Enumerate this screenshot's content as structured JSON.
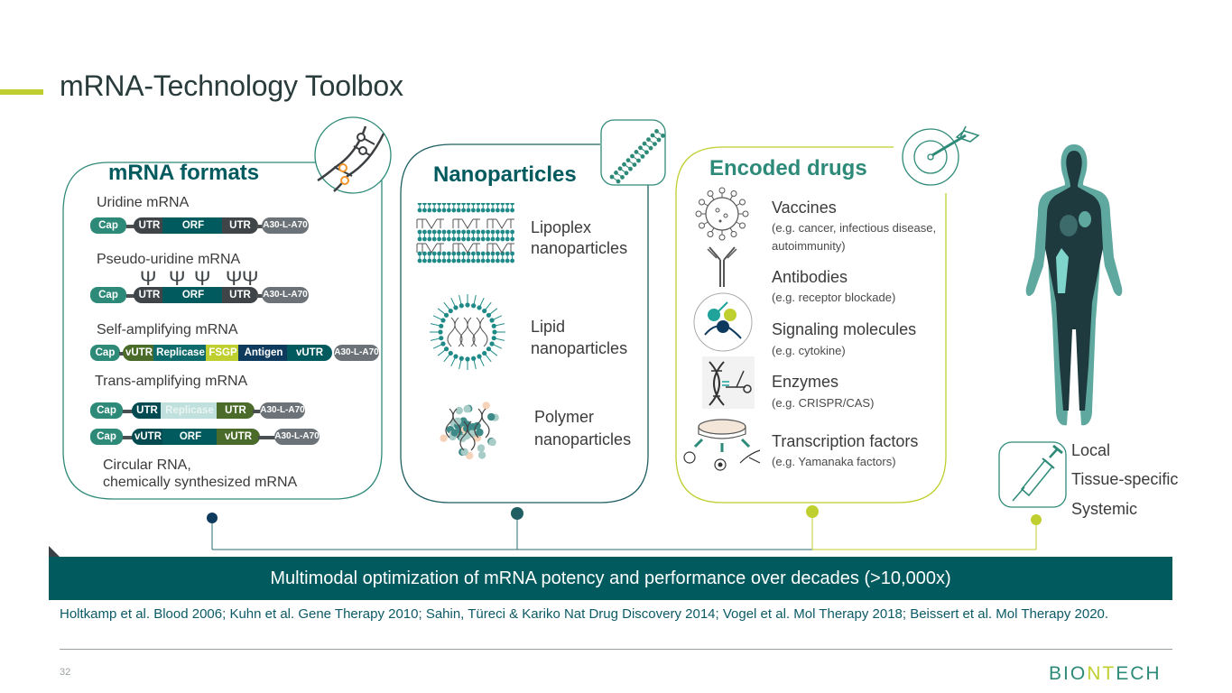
{
  "slide": {
    "title": "mRNA-Technology Toolbox",
    "page_number": "32",
    "logo": {
      "pre": "BIO",
      "mid": "NT",
      "post": "ECH"
    }
  },
  "colors": {
    "teal_dark": "#005a5e",
    "teal": "#2e8a78",
    "lime": "#bfcf2f",
    "navy": "#0e3a5e",
    "grey": "#6b7378"
  },
  "mrna_formats": {
    "title": "mRNA formats",
    "icon": "dna-helix-icon",
    "items": [
      {
        "label": "Uridine mRNA",
        "segments": [
          "Cap",
          "UTR",
          "ORF",
          "UTR",
          "A30-L-A70"
        ]
      },
      {
        "label": "Pseudo-uridine mRNA",
        "segments": [
          "Cap",
          "UTR",
          "ORF",
          "UTR",
          "A30-L-A70"
        ],
        "psi": "Ψ"
      },
      {
        "label": "Self-amplifying mRNA",
        "segments": [
          "Cap",
          "vUTR",
          "Replicase",
          "FSGP",
          "Antigen",
          "vUTR",
          "A30-L-A70"
        ]
      },
      {
        "label": "Trans-amplifying mRNA",
        "rows": [
          [
            "Cap",
            "UTR",
            "Replicase",
            "UTR",
            "A30-L-A70"
          ],
          [
            "Cap",
            "vUTR",
            "ORF",
            "vUTR",
            "A30-L-A70"
          ]
        ]
      }
    ],
    "footer_line1": "Circular RNA,",
    "footer_line2": "chemically synthesized mRNA"
  },
  "nanoparticles": {
    "title": "Nanoparticles",
    "icon": "lipid-bilayer-icon",
    "items": [
      {
        "line1": "Lipoplex",
        "line2": "nanoparticles"
      },
      {
        "line1": "Lipid",
        "line2": "nanoparticles"
      },
      {
        "line1": "Polymer",
        "line2": "nanoparticles"
      }
    ]
  },
  "encoded_drugs": {
    "title": "Encoded drugs",
    "icon": "target-icon",
    "items": [
      {
        "name": "Vaccines",
        "detail": "(e.g. cancer, infectious disease,",
        "detail2": "autoimmunity)"
      },
      {
        "name": "Antibodies",
        "detail": "(e.g. receptor blockade)"
      },
      {
        "name": "Signaling molecules",
        "detail": "(e.g. cytokine)"
      },
      {
        "name": "Enzymes",
        "detail": "(e.g. CRISPR/CAS)"
      },
      {
        "name": "Transcription factors",
        "detail": "(e.g. Yamanaka factors)"
      }
    ]
  },
  "delivery": {
    "icon": "syringe-icon",
    "routes": [
      "Local",
      "Tissue-specific",
      "Systemic"
    ]
  },
  "banner": "Multimodal optimization of mRNA potency and performance over decades (>10,000x)",
  "references": "Holtkamp et al. Blood 2006; Kuhn et al. Gene Therapy 2010;  Sahin, Türeci & Kariko Nat Drug Discovery 2014; Vogel et al. Mol Therapy 2018; Beissert et al. Mol Therapy 2020."
}
